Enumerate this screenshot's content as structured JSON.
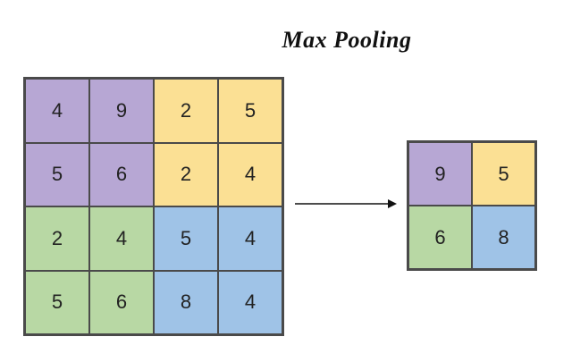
{
  "title": "Max Pooling",
  "colors": {
    "purple": "#b7a7d4",
    "yellow": "#fbe094",
    "green": "#b8d8a4",
    "blue": "#9fc3e7",
    "border": "#4a4a4a",
    "arrow": "#111111"
  },
  "input_grid": {
    "rows": [
      [
        {
          "value": "4",
          "color": "purple"
        },
        {
          "value": "9",
          "color": "purple"
        },
        {
          "value": "2",
          "color": "yellow"
        },
        {
          "value": "5",
          "color": "yellow"
        }
      ],
      [
        {
          "value": "5",
          "color": "purple"
        },
        {
          "value": "6",
          "color": "purple"
        },
        {
          "value": "2",
          "color": "yellow"
        },
        {
          "value": "4",
          "color": "yellow"
        }
      ],
      [
        {
          "value": "2",
          "color": "green"
        },
        {
          "value": "4",
          "color": "green"
        },
        {
          "value": "5",
          "color": "blue"
        },
        {
          "value": "4",
          "color": "blue"
        }
      ],
      [
        {
          "value": "5",
          "color": "green"
        },
        {
          "value": "6",
          "color": "green"
        },
        {
          "value": "8",
          "color": "blue"
        },
        {
          "value": "4",
          "color": "blue"
        }
      ]
    ]
  },
  "output_grid": {
    "rows": [
      [
        {
          "value": "9",
          "color": "purple"
        },
        {
          "value": "5",
          "color": "yellow"
        }
      ],
      [
        {
          "value": "6",
          "color": "green"
        },
        {
          "value": "8",
          "color": "blue"
        }
      ]
    ]
  }
}
